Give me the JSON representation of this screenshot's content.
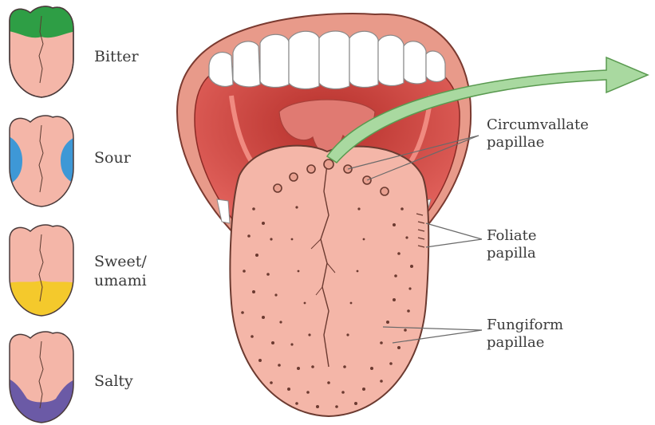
{
  "taste_regions": [
    {
      "label": "Bitter",
      "color": "#2e9e45",
      "zone": "back"
    },
    {
      "label": "Sour",
      "color": "#3e98d6",
      "zone": "sides"
    },
    {
      "label": "Sweet/",
      "label2": "umami",
      "color": "#f4c92c",
      "zone": "tip"
    },
    {
      "label": "Salty",
      "color": "#6b5aa6",
      "zone": "front-sides"
    }
  ],
  "papillae_labels": {
    "circumvallate_line1": "Circumvallate",
    "circumvallate_line2": "papillae",
    "foliate_line1": "Foliate",
    "foliate_line2": "papilla",
    "fungiform_line1": "Fungiform",
    "fungiform_line2": "papillae"
  },
  "colors": {
    "tongue": "#f4b6a8",
    "tongue_outline": "#6b3a30",
    "lips": "#e89a8a",
    "mouth_inside": "#d9534f",
    "arrow": "#a9d9a0"
  }
}
